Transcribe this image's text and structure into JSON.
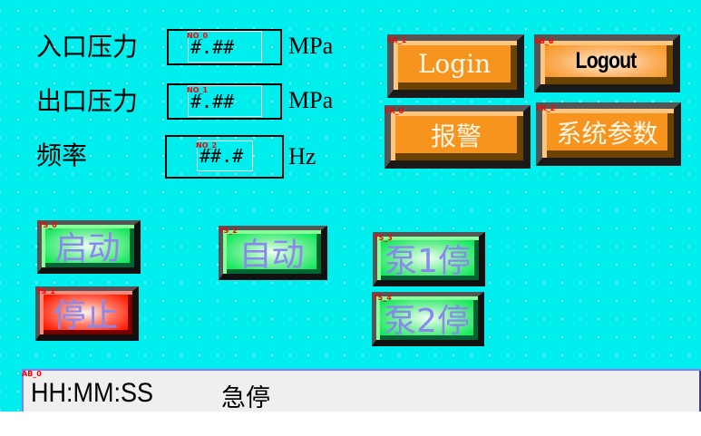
{
  "readouts": [
    {
      "id": "NO_0",
      "label": "入口压力",
      "format": "#.##",
      "unit": "MPa"
    },
    {
      "id": "NO_1",
      "label": "出口压力",
      "format": "#.##",
      "unit": "MPa"
    },
    {
      "id": "NO_2",
      "label": "频率",
      "format": "##.#",
      "unit": "Hz"
    }
  ],
  "function_keys": [
    {
      "id": "FK_1",
      "label": "Login"
    },
    {
      "id": "SB_6",
      "label": "Logout"
    },
    {
      "id": "FK_0",
      "label": "报警"
    },
    {
      "id": "FK_2",
      "label": "系统参数"
    }
  ],
  "toggle_switches": [
    {
      "id": "TS_0",
      "label": "启动",
      "color": "#12e85a"
    },
    {
      "id": "TS_1",
      "label": "停止",
      "color": "#ff1a00"
    },
    {
      "id": "TS_2",
      "label": "自动",
      "color": "#12e85a"
    },
    {
      "id": "TS_3",
      "label": "泵1停",
      "color": "#12e85a"
    },
    {
      "id": "TS_4",
      "label": "泵2停",
      "color": "#12e85a"
    }
  ],
  "alarm_bar": {
    "id": "AB_0",
    "time": "HH:MM:SS",
    "message": "急停"
  },
  "colors": {
    "background": "#00eeee",
    "orange_button": "#f7941d",
    "text_on_toggle": "#8888ee",
    "tag": "#ff0000"
  }
}
